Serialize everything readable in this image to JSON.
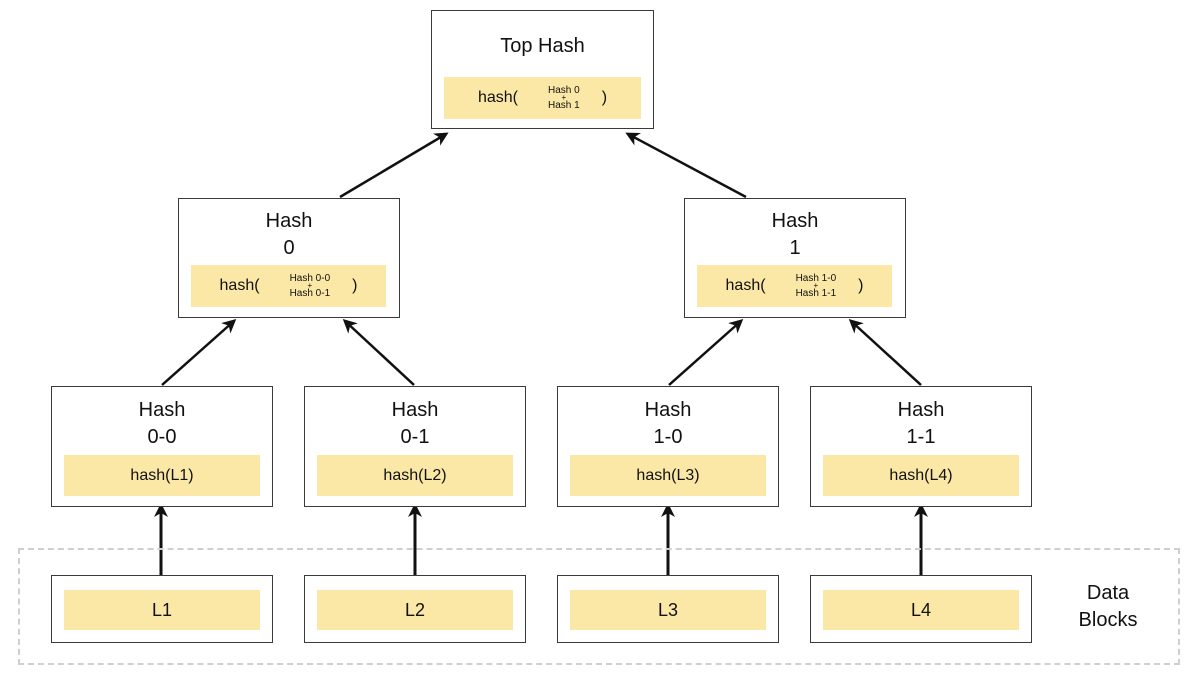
{
  "top": {
    "title": "Top Hash",
    "formula": {
      "open": "hash(",
      "a": "Hash 0",
      "plus": "+",
      "b": "Hash 1",
      "close": ")"
    }
  },
  "level1": [
    {
      "title1": "Hash",
      "title2": "0",
      "formula": {
        "open": "hash(",
        "a": "Hash 0-0",
        "plus": "+",
        "b": "Hash 0-1",
        "close": ")"
      }
    },
    {
      "title1": "Hash",
      "title2": "1",
      "formula": {
        "open": "hash(",
        "a": "Hash 1-0",
        "plus": "+",
        "b": "Hash 1-1",
        "close": ")"
      }
    }
  ],
  "leaves": [
    {
      "title1": "Hash",
      "title2": "0-0",
      "formula": "hash(L1)"
    },
    {
      "title1": "Hash",
      "title2": "0-1",
      "formula": "hash(L2)"
    },
    {
      "title1": "Hash",
      "title2": "1-0",
      "formula": "hash(L3)"
    },
    {
      "title1": "Hash",
      "title2": "1-1",
      "formula": "hash(L4)"
    }
  ],
  "data_blocks": {
    "label_line1": "Data",
    "label_line2": "Blocks",
    "items": [
      "L1",
      "L2",
      "L3",
      "L4"
    ]
  },
  "colors": {
    "highlight": "#fbe8a6",
    "border": "#3a3a3a",
    "dashed": "#cfcfcf",
    "arrow": "#111111"
  }
}
